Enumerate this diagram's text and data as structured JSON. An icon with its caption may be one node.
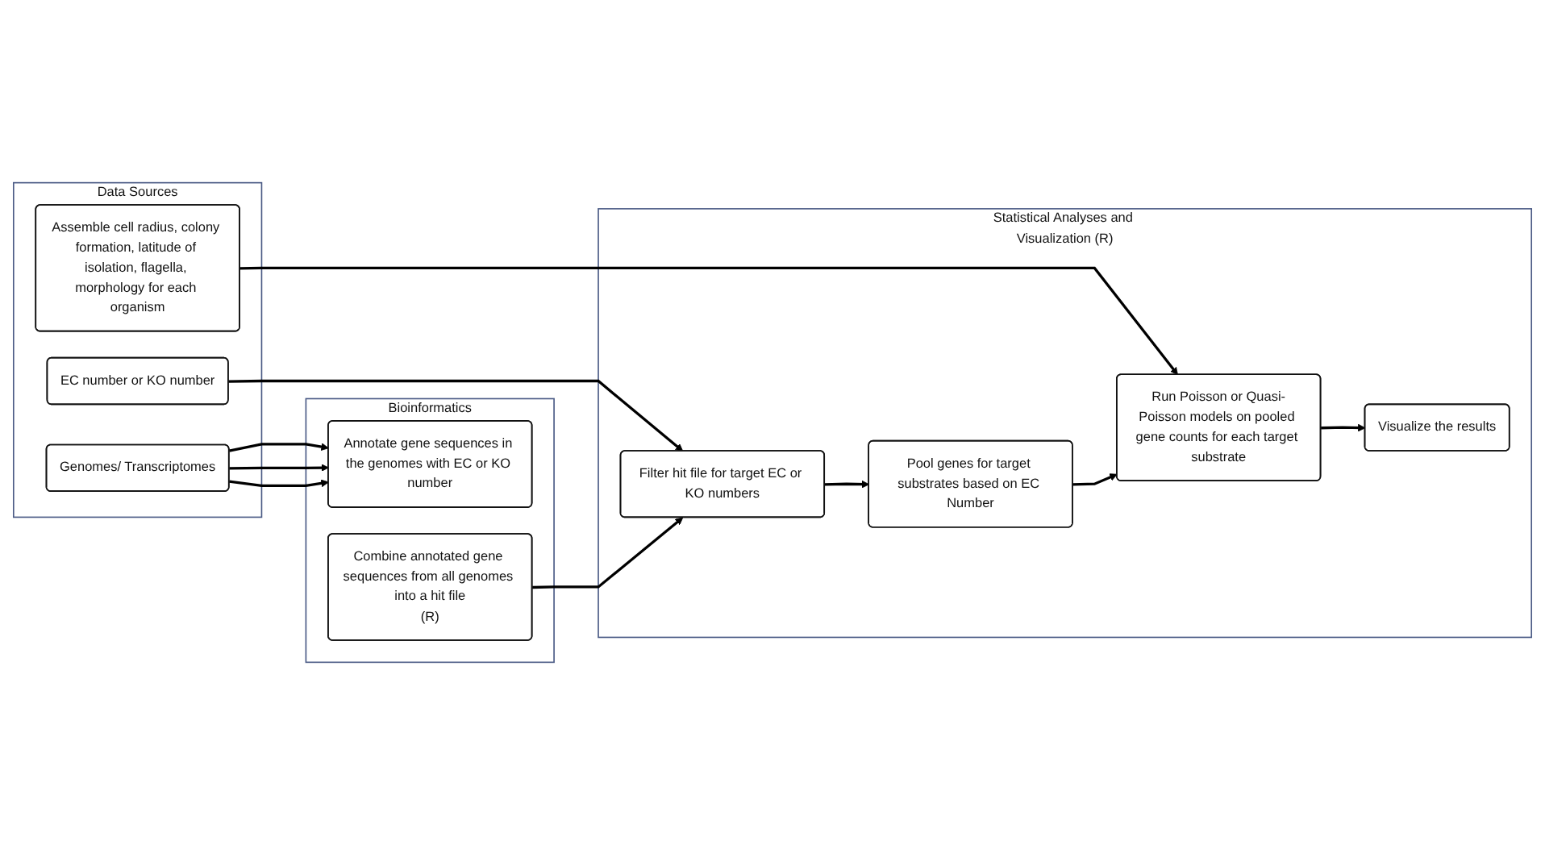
{
  "diagram": {
    "nodes": [
      {
        "text": [
          "Data Sources"
        ]
      },
      {
        "text": [
          "EC number or KO number"
        ],
        "in": 0
      },
      {
        "text": [
          "Genomes/ Transcriptomes"
        ],
        "in": 0
      },
      {
        "text": [
          "Assemble cell radius, colony formation, latitude of isolation, flagella, morphology for each organism"
        ],
        "in": 0
      },
      {
        "text": [
          "Bioinformatics"
        ]
      },
      {
        "text": [
          "Annotate gene sequences in the genomes with EC or KO number"
        ],
        "in": 4
      },
      {
        "text": [
          "Combine annotated gene sequences from all genomes into a hit file",
          "(R)"
        ],
        "in": 4
      },
      {
        "text": [
          "Statistical Analyses and Visualization (R)"
        ]
      },
      {
        "text": [
          "Filter hit file for target EC or KO numbers"
        ],
        "in": 7
      },
      {
        "text": [
          "Pool genes for target substrates based on EC Number"
        ],
        "in": 7
      },
      {
        "text": [
          "Run Poisson or Quasi-Poisson models on pooled gene counts for each target substrate"
        ],
        "in": 7
      },
      {
        "text": [
          "Visualize the results"
        ],
        "in": 7
      }
    ],
    "edges": [
      {
        "from": 1,
        "to": 8,
        "arrow": "to"
      },
      {
        "from": 2,
        "to": 5,
        "arrow": "to"
      },
      {
        "from": 2,
        "to": 5,
        "arrow": "to"
      },
      {
        "from": 2,
        "to": 5,
        "arrow": "to"
      },
      {
        "from": 6,
        "to": 8,
        "arrow": "to"
      },
      {
        "from": 3,
        "to": 10,
        "arrow": "to"
      },
      {
        "from": 8,
        "to": 9,
        "arrow": "to"
      },
      {
        "from": 9,
        "to": 10,
        "arrow": "to"
      },
      {
        "from": 10,
        "to": 11,
        "arrow": "to"
      }
    ]
  }
}
